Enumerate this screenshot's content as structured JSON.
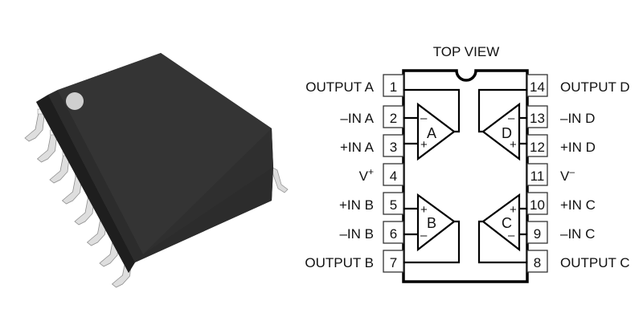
{
  "photo": {
    "description": "16-pin SOIC surface-mount package, black body with pin-1 dot",
    "colors": {
      "body": "#2b2b2b",
      "body_top": "#333333",
      "leads": "#d8d8d8",
      "dot": "#cfcfcf"
    }
  },
  "pinout": {
    "title": "TOP VIEW",
    "left_pins": [
      {
        "number": "1",
        "label": "OUTPUT A"
      },
      {
        "number": "2",
        "label": "–IN A"
      },
      {
        "number": "3",
        "label": "+IN A"
      },
      {
        "number": "4",
        "label": "V+",
        "label_base": "V",
        "label_sup": "+"
      },
      {
        "number": "5",
        "label": "+IN B"
      },
      {
        "number": "6",
        "label": "–IN B"
      },
      {
        "number": "7",
        "label": "OUTPUT B"
      }
    ],
    "right_pins": [
      {
        "number": "14",
        "label": "OUTPUT D"
      },
      {
        "number": "13",
        "label": "–IN D"
      },
      {
        "number": "12",
        "label": "+IN D"
      },
      {
        "number": "11",
        "label": "V–",
        "label_base": "V",
        "label_sup": "–"
      },
      {
        "number": "10",
        "label": "+IN C"
      },
      {
        "number": "9",
        "label": "–IN C"
      },
      {
        "number": "8",
        "label": "OUTPUT C"
      }
    ],
    "amplifiers": [
      {
        "name": "A",
        "plus": "+",
        "minus": "–"
      },
      {
        "name": "D",
        "plus": "+",
        "minus": "–"
      },
      {
        "name": "B",
        "plus": "+",
        "minus": "–"
      },
      {
        "name": "C",
        "plus": "+",
        "minus": "–"
      }
    ]
  }
}
